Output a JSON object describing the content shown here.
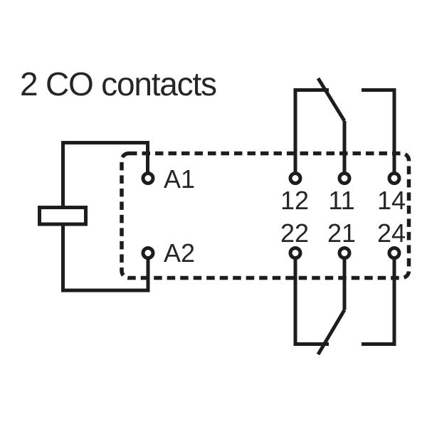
{
  "title": "2 CO contacts",
  "colors": {
    "line": "#1d1d1b",
    "text": "#262626",
    "background": "#ffffff"
  },
  "relay": {
    "coil_terminals": [
      {
        "label": "A1"
      },
      {
        "label": "A2"
      }
    ],
    "contact_rows": {
      "top": [
        "12",
        "11",
        "14"
      ],
      "bottom": [
        "22",
        "21",
        "24"
      ]
    }
  }
}
